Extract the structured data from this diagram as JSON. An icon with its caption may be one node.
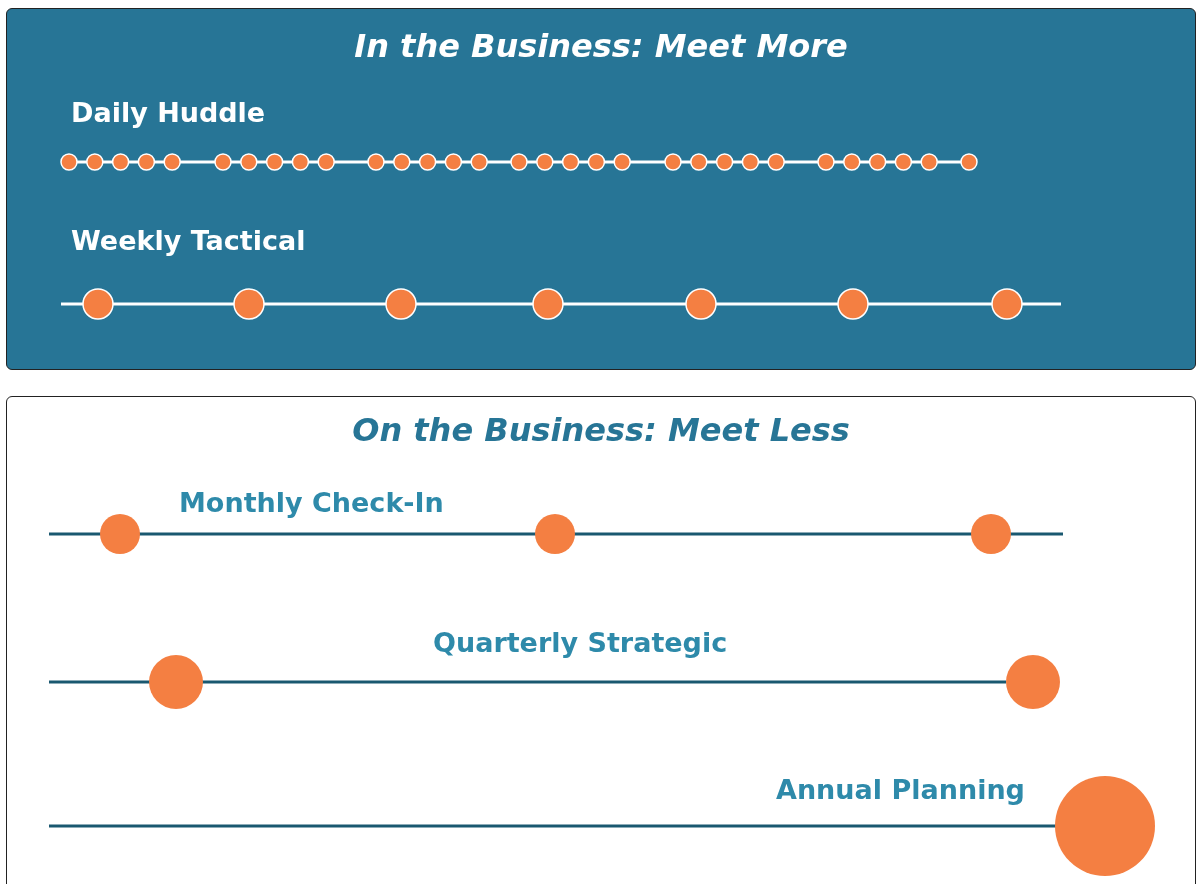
{
  "diagram": {
    "nodes": [
      {
        "text": [
          "In the Business: Meet More"
        ]
      },
      {
        "text": [
          "Daily Huddle"
        ],
        "in": 0
      },
      {
        "text": [
          "Weekly Tactical"
        ],
        "in": 0
      },
      {
        "text": [
          "On the Business: Meet Less"
        ]
      },
      {
        "text": [
          "Monthly Check-In"
        ],
        "in": 3
      },
      {
        "text": [
          "Quarterly Strategic"
        ],
        "in": 3
      },
      {
        "text": [
          "Annual Planning"
        ],
        "in": 3
      }
    ]
  }
}
